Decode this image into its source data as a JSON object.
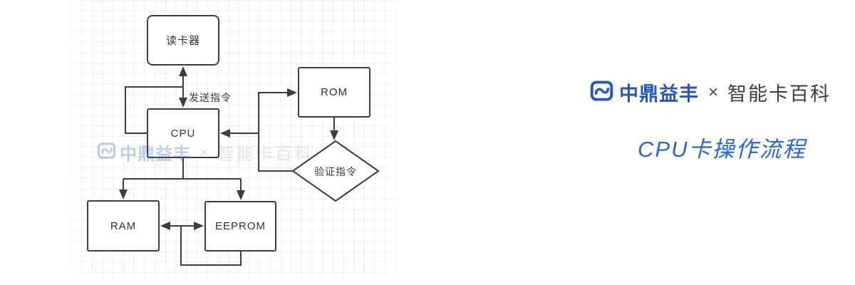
{
  "diagram": {
    "nodes": {
      "reader": {
        "label": "读卡器"
      },
      "cpu": {
        "label": "CPU"
      },
      "rom": {
        "label": "ROM"
      },
      "ram": {
        "label": "RAM"
      },
      "eeprom": {
        "label": "EEPROM"
      },
      "verify": {
        "label": "验证指令"
      }
    },
    "edge_labels": {
      "send_command": "发送指令"
    },
    "line_color": "#3d3d3d"
  },
  "watermark": {
    "brand": "中鼎益丰",
    "separator": "×",
    "partner": "智能卡百科"
  },
  "brand_panel": {
    "brand": "中鼎益丰",
    "separator": "×",
    "partner": "智能卡百科",
    "title": "CPU卡操作流程",
    "brand_color": "#2156cf",
    "title_color": "#2563eb"
  }
}
